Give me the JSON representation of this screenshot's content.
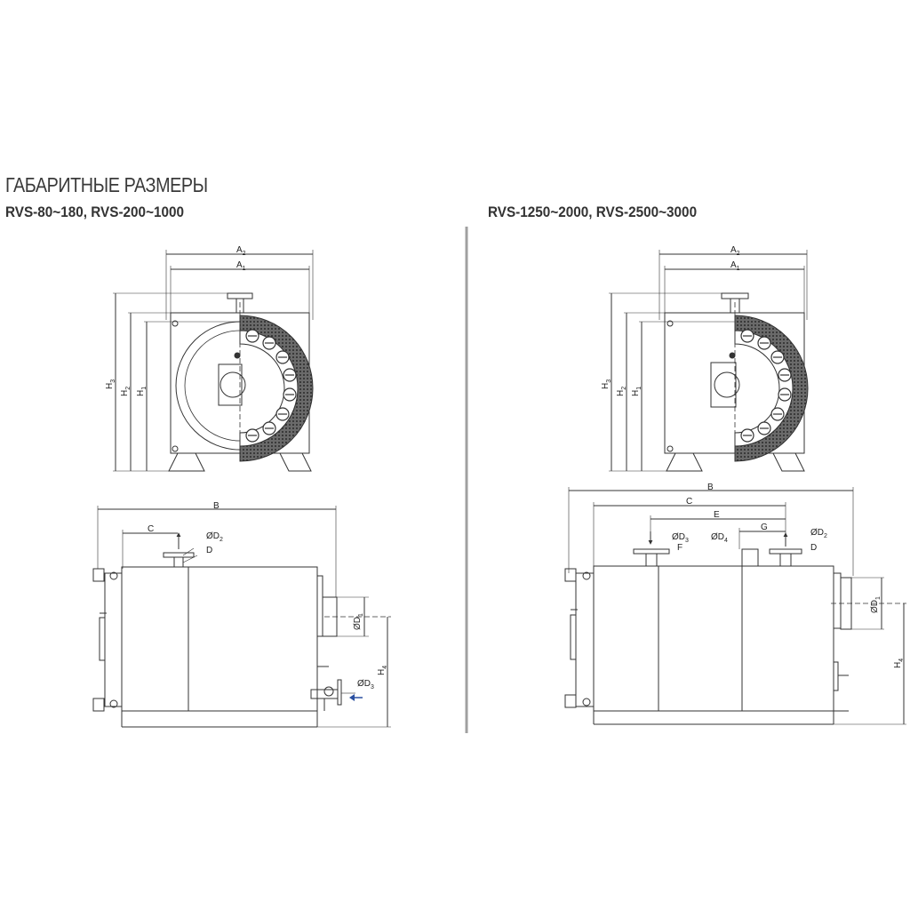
{
  "heading": "ГАБАРИТНЫЕ РАЗМЕРЫ",
  "left": {
    "subtitle": "RVS-80~180, RVS-200~1000",
    "front": {
      "a2": "A",
      "a2_sub": "2",
      "a1": "A",
      "a1_sub": "1",
      "h3": "H",
      "h3_sub": "3",
      "h2": "H",
      "h2_sub": "2",
      "h1": "H",
      "h1_sub": "1"
    },
    "side": {
      "b": "B",
      "c": "C",
      "od2": "ØD",
      "od2_sub": "2",
      "d": "D",
      "od1": "ØD",
      "od1_sub": "1",
      "h4": "H",
      "h4_sub": "4",
      "od3": "ØD",
      "od3_sub": "3"
    }
  },
  "right": {
    "subtitle": "RVS-1250~2000, RVS-2500~3000",
    "front": {
      "a2": "A",
      "a2_sub": "2",
      "a1": "A",
      "a1_sub": "1",
      "h3": "H",
      "h3_sub": "3",
      "h2": "H",
      "h2_sub": "2",
      "h1": "H",
      "h1_sub": "1"
    },
    "side": {
      "b": "B",
      "c": "C",
      "e": "E",
      "g": "G",
      "od3": "ØD",
      "od3_sub": "3",
      "f": "F",
      "od4": "ØD",
      "od4_sub": "4",
      "od2": "ØD",
      "od2_sub": "2",
      "d": "D",
      "od1": "ØD",
      "od1_sub": "1",
      "h4": "H",
      "h4_sub": "4"
    }
  },
  "colors": {
    "line": "#333333",
    "divider": "#a0a0a0",
    "insulation": "#555555",
    "arrow_blue": "#2a4fa0"
  }
}
